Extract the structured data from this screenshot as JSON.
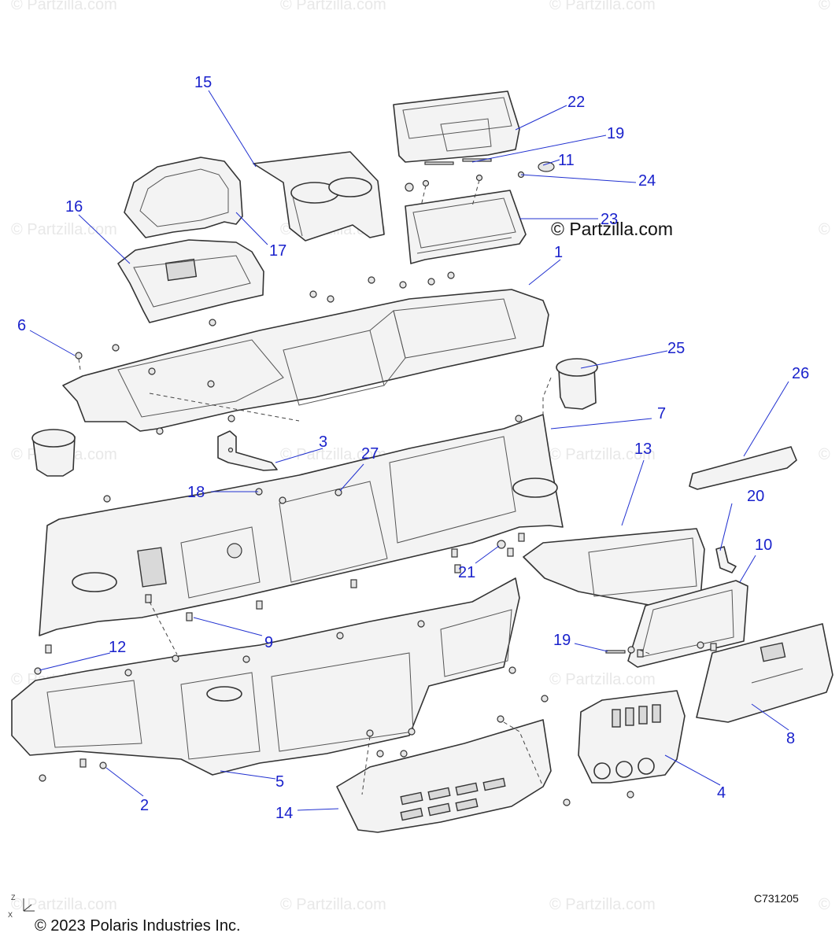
{
  "watermark": {
    "main": "© Partzilla.com",
    "repeat": "© Partzilla.com",
    "corner": "©"
  },
  "copyright": "© 2023 Polaris Industries Inc.",
  "diagram_code": "C731205",
  "axis_triad": {
    "z": "Z",
    "x": "X"
  },
  "callouts": {
    "c1": "1",
    "c2": "2",
    "c3": "3",
    "c4": "4",
    "c5": "5",
    "c6": "6",
    "c7": "7",
    "c8": "8",
    "c9": "9",
    "c10": "10",
    "c11": "11",
    "c12": "12",
    "c13": "13",
    "c14": "14",
    "c15": "15",
    "c16": "16",
    "c17": "17",
    "c18": "18",
    "c19a": "19",
    "c19b": "19",
    "c20": "20",
    "c21": "21",
    "c22": "22",
    "c23": "23",
    "c24": "24",
    "c25": "25",
    "c26": "26",
    "c27": "27"
  }
}
